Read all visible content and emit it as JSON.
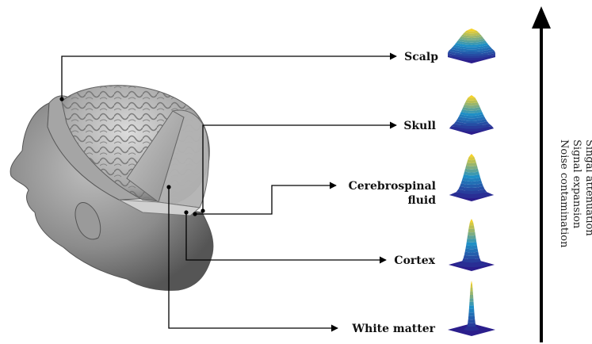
{
  "layers": [
    {
      "id": "scalp",
      "lines": [
        "Scalp"
      ]
    },
    {
      "id": "skull",
      "lines": [
        "Skull"
      ]
    },
    {
      "id": "csf",
      "lines": [
        "Cerebrospinal",
        "fluid"
      ]
    },
    {
      "id": "cortex",
      "lines": [
        "Cortex"
      ]
    },
    {
      "id": "white",
      "lines": [
        "White matter"
      ]
    }
  ],
  "axis_label": [
    "Singal attenuation",
    "Signal expansion",
    "Noise contamination"
  ],
  "colors": {
    "line": "#000000",
    "peak_low": "#2b1e8c",
    "peak_mid": "#1f8fc5",
    "peak_high": "#f5d22a",
    "head": "#8a8a8a"
  }
}
